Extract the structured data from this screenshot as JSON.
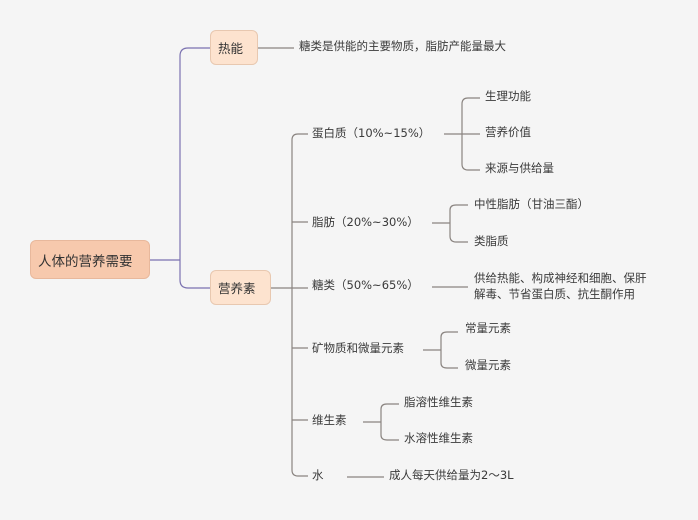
{
  "root": {
    "label": "人体的营养需要"
  },
  "branches": [
    {
      "label": "热能",
      "children": [
        {
          "label": "糖类是供能的主要物质，脂肪产能量最大"
        }
      ]
    },
    {
      "label": "营养素",
      "children": [
        {
          "label": "蛋白质（10%~15%）",
          "children": [
            "生理功能",
            "营养价值",
            "来源与供给量"
          ]
        },
        {
          "label": "脂肪（20%~30%）",
          "children": [
            "中性脂肪（甘油三酯）",
            "类脂质"
          ]
        },
        {
          "label": "糖类（50%~65%）",
          "children": [
            "供给热能、构成神经和细胞、保肝",
            "解毒、节省蛋白质、抗生酮作用"
          ]
        },
        {
          "label": "矿物质和微量元素",
          "children": [
            "常量元素",
            "微量元素"
          ]
        },
        {
          "label": "维生素",
          "children": [
            "脂溶性维生素",
            "水溶性维生素"
          ]
        },
        {
          "label": "水",
          "children": [
            "成人每天供给量为2～3L"
          ]
        }
      ]
    }
  ],
  "colors": {
    "root_fill": "#f7c9ad",
    "branch_fill": "#fde3cf",
    "root_line": "#7b72b0",
    "sub_line": "#8a8480",
    "background": "#f5f5f5"
  }
}
